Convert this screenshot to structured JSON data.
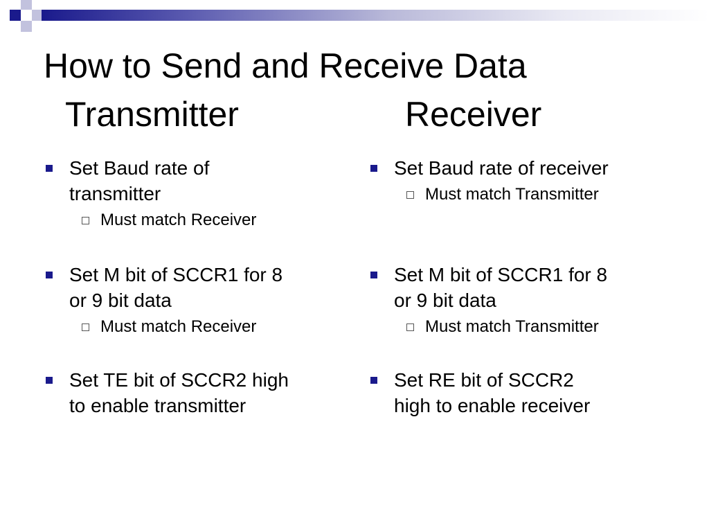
{
  "slide": {
    "title": "How to Send and Receive Data",
    "columns": [
      {
        "header": "Transmitter",
        "items": [
          {
            "text": "Set Baud rate of transmitter",
            "line1": "Set Baud rate of",
            "line2": "transmitter",
            "sub": "Must match Receiver"
          },
          {
            "text": "Set M bit of SCCR1 for 8 or 9 bit data",
            "line1": "Set M bit of SCCR1 for 8",
            "line2": "or 9 bit data",
            "sub": "Must match Receiver"
          },
          {
            "text": "Set TE bit of SCCR2 high to enable transmitter",
            "line1": "Set TE bit of SCCR2 high",
            "line2": "to enable transmitter"
          }
        ]
      },
      {
        "header": "Receiver",
        "items": [
          {
            "text": "Set Baud rate of receiver",
            "line1": "Set Baud rate of receiver",
            "sub": "Must match Transmitter"
          },
          {
            "text": "Set M bit of SCCR1 for 8 or 9 bit data",
            "line1": "Set M bit of SCCR1 for 8",
            "line2": "or 9 bit data",
            "sub": "Must match Transmitter"
          },
          {
            "text": "Set RE bit of SCCR2 high to enable receiver",
            "line1": "Set RE bit of SCCR2",
            "line2": "high to enable receiver"
          }
        ]
      }
    ]
  },
  "theme": {
    "accent": "#1a1a8c",
    "accent_light": "#c2c2de",
    "bullet_icon": "square-bullet-icon",
    "sub_bullet_icon": "hollow-square-bullet-icon"
  }
}
